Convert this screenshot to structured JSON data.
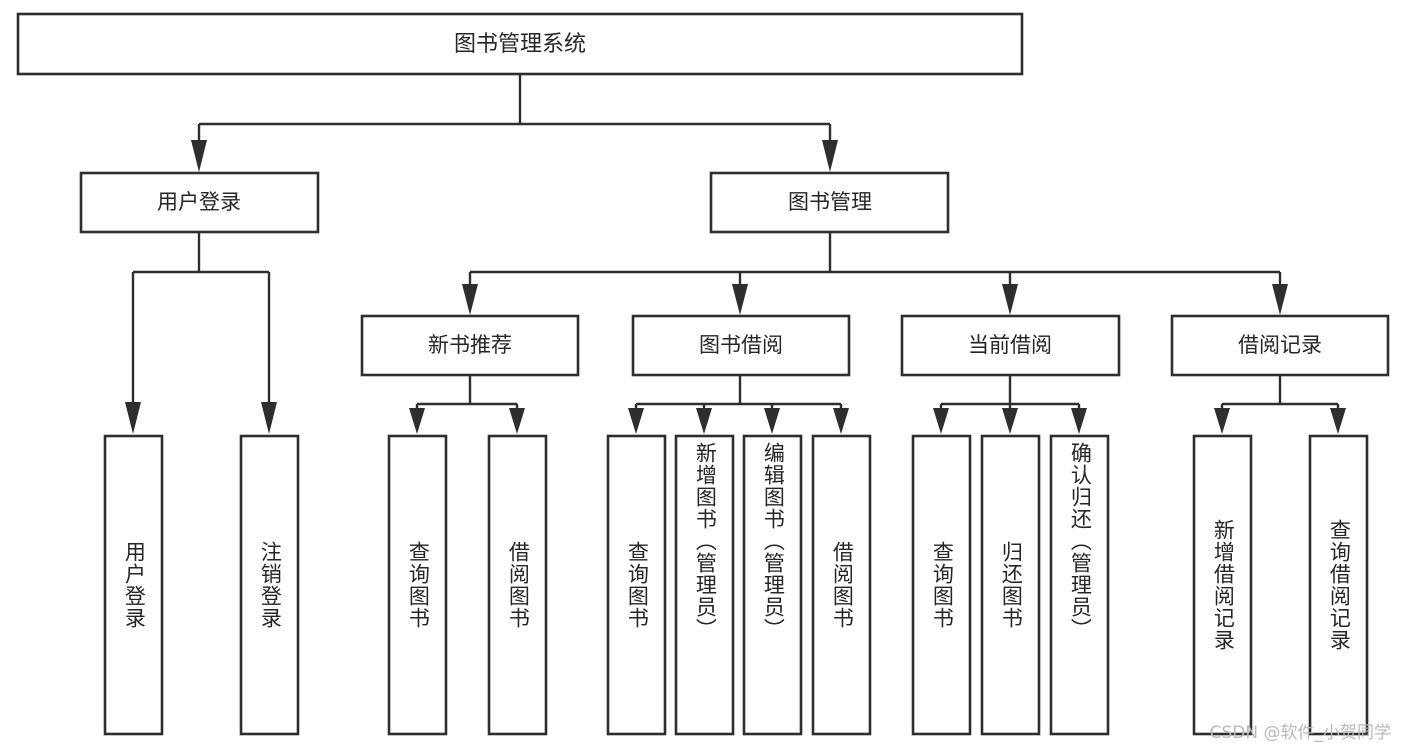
{
  "diagram": {
    "title_node": {
      "id": "root",
      "label": "图书管理系统"
    },
    "level2": [
      {
        "id": "user-login",
        "label": "用户登录"
      },
      {
        "id": "book-management",
        "label": "图书管理"
      }
    ],
    "level3": [
      {
        "id": "new-book-recommend",
        "label": "新书推荐"
      },
      {
        "id": "book-borrow",
        "label": "图书借阅"
      },
      {
        "id": "current-borrow",
        "label": "当前借阅"
      },
      {
        "id": "borrow-record",
        "label": "借阅记录"
      }
    ],
    "leaves": [
      {
        "id": "leaf-user-login",
        "label": "用户登录",
        "parent": "user-login"
      },
      {
        "id": "leaf-logout",
        "label": "注销登录",
        "parent": "user-login"
      },
      {
        "id": "leaf-query-book-1",
        "label": "查询图书",
        "parent": "new-book-recommend"
      },
      {
        "id": "leaf-borrow-book-1",
        "label": "借阅图书",
        "parent": "new-book-recommend"
      },
      {
        "id": "leaf-query-book-2",
        "label": "查询图书",
        "parent": "book-borrow"
      },
      {
        "id": "leaf-add-book",
        "label": "新增图书（管理员）",
        "parent": "book-borrow"
      },
      {
        "id": "leaf-edit-book",
        "label": "编辑图书（管理员）",
        "parent": "book-borrow"
      },
      {
        "id": "leaf-borrow-book-2",
        "label": "借阅图书",
        "parent": "book-borrow"
      },
      {
        "id": "leaf-query-book-3",
        "label": "查询图书",
        "parent": "current-borrow"
      },
      {
        "id": "leaf-return-book",
        "label": "归还图书",
        "parent": "current-borrow"
      },
      {
        "id": "leaf-confirm-return",
        "label": "确认归还（管理员）",
        "parent": "current-borrow"
      },
      {
        "id": "leaf-add-record",
        "label": "新增借阅记录",
        "parent": "borrow-record"
      },
      {
        "id": "leaf-query-record",
        "label": "查询借阅记录",
        "parent": "borrow-record"
      }
    ],
    "watermark": "CSDN @软件_小贺同学",
    "colors": {
      "box_stroke": "#2e2e2e",
      "box_fill": "#ffffff",
      "connector": "#2e2e2e",
      "text": "#262626",
      "watermark": "#b9b9b9",
      "background": "#ffffff"
    }
  }
}
